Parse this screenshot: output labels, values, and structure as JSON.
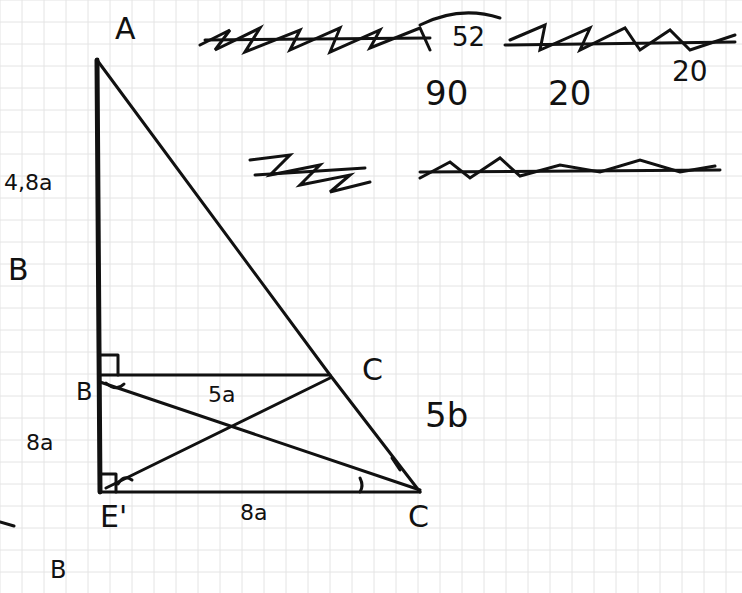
{
  "diagram": {
    "labels": [
      "A",
      "4,8a",
      "B",
      "B",
      "C",
      "5a",
      "8a",
      "5b",
      "E'",
      "8a",
      "C",
      "B",
      "52",
      "90",
      "20",
      "20"
    ]
  }
}
